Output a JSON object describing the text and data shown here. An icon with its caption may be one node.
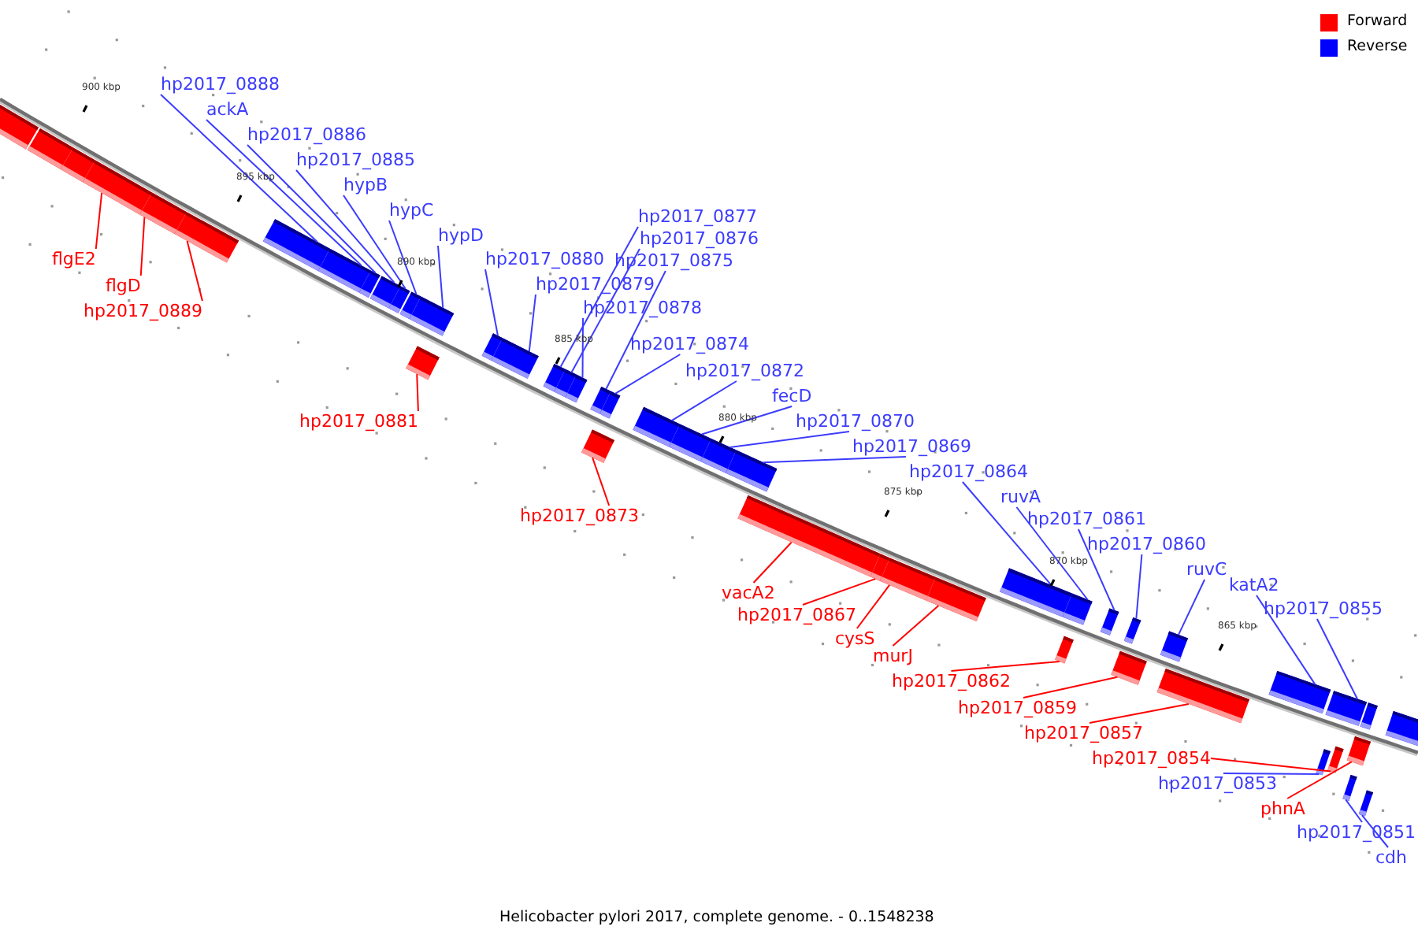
{
  "diagram": {
    "caption": "Helicobacter pylori 2017, complete genome. - 0..1548238",
    "nodes": [
      {
        "text": [
          "hp2017_0888"
        ]
      },
      {
        "text": [],
        "shape": "box"
      },
      {
        "text": [
          "ackA"
        ]
      },
      {
        "text": [],
        "shape": "box"
      },
      {
        "text": [
          "hp2017_0886"
        ]
      },
      {
        "text": [],
        "shape": "box"
      },
      {
        "text": [
          "hp2017_0885"
        ]
      },
      {
        "text": [],
        "shape": "box"
      },
      {
        "text": [
          "hypB"
        ]
      },
      {
        "text": [],
        "shape": "box"
      },
      {
        "text": [
          "hypC"
        ]
      },
      {
        "text": [],
        "shape": "box"
      },
      {
        "text": [
          "hp2017_0877"
        ]
      },
      {
        "text": [],
        "shape": "box"
      },
      {
        "text": [
          "hypD"
        ]
      },
      {
        "text": [],
        "shape": "box"
      },
      {
        "text": [
          "hp2017_0876"
        ]
      },
      {
        "text": [],
        "shape": "box"
      },
      {
        "text": [
          "flgE2"
        ]
      },
      {
        "text": [],
        "shape": "box"
      },
      {
        "text": [
          "hp2017_0880"
        ]
      },
      {
        "text": [],
        "shape": "box"
      },
      {
        "text": [
          "hp2017_0875"
        ]
      },
      {
        "text": [],
        "shape": "box"
      },
      {
        "text": [
          "hp2017_0879"
        ]
      },
      {
        "text": [],
        "shape": "box"
      },
      {
        "text": [
          "flgD"
        ]
      },
      {
        "text": [],
        "shape": "box"
      },
      {
        "text": [
          "hp2017_0878"
        ]
      },
      {
        "text": [],
        "shape": "box"
      },
      {
        "text": [
          "hp2017_0889"
        ]
      },
      {
        "text": [],
        "shape": "box"
      },
      {
        "text": [
          "hp2017_0874"
        ]
      },
      {
        "text": [],
        "shape": "box"
      },
      {
        "text": [
          "hp2017_0872"
        ]
      },
      {
        "text": [],
        "shape": "box"
      },
      {
        "text": [
          "fecD"
        ]
      },
      {
        "text": [],
        "shape": "box"
      },
      {
        "text": [
          "hp2017_0881"
        ]
      },
      {
        "text": [],
        "shape": "box"
      },
      {
        "text": [
          "hp2017_0870"
        ]
      },
      {
        "text": [],
        "shape": "box"
      },
      {
        "text": [
          "hp2017_0869"
        ]
      },
      {
        "text": [],
        "shape": "box"
      },
      {
        "text": [
          "hp2017_0864"
        ]
      },
      {
        "text": [],
        "shape": "box"
      },
      {
        "text": [
          "ruvA"
        ]
      },
      {
        "text": [],
        "shape": "box"
      },
      {
        "text": [
          "hp2017_0873"
        ]
      },
      {
        "text": [],
        "shape": "box"
      },
      {
        "text": [
          "hp2017_0861"
        ]
      },
      {
        "text": [],
        "shape": "box"
      },
      {
        "text": [
          "hp2017_0860"
        ]
      },
      {
        "text": [],
        "shape": "box"
      },
      {
        "text": [
          "ruvC"
        ]
      },
      {
        "text": [],
        "shape": "box"
      },
      {
        "text": [
          "katA2"
        ]
      },
      {
        "text": [],
        "shape": "box"
      },
      {
        "text": [
          "vacA2"
        ]
      },
      {
        "text": [],
        "shape": "box"
      },
      {
        "text": [
          "hp2017_0855"
        ]
      },
      {
        "text": [],
        "shape": "box"
      },
      {
        "text": [
          "hp2017_0867"
        ]
      },
      {
        "text": [],
        "shape": "box"
      },
      {
        "text": [
          "cysS"
        ]
      },
      {
        "text": [],
        "shape": "box"
      },
      {
        "text": [
          "murJ"
        ]
      },
      {
        "text": [],
        "shape": "box"
      },
      {
        "text": [
          "hp2017_0862"
        ]
      },
      {
        "text": [],
        "shape": "box"
      },
      {
        "text": [
          "hp2017_0859"
        ]
      },
      {
        "text": [],
        "shape": "box"
      },
      {
        "text": [
          "hp2017_0857"
        ]
      },
      {
        "text": [],
        "shape": "box"
      },
      {
        "text": [
          "hp2017_0854"
        ]
      },
      {
        "text": [],
        "shape": "box"
      },
      {
        "text": [
          "hp2017_0853"
        ]
      },
      {
        "text": [],
        "shape": "box"
      },
      {
        "text": [
          "phnA"
        ]
      },
      {
        "text": [],
        "shape": "box"
      },
      {
        "text": [
          "hp2017_0851"
        ]
      },
      {
        "text": [],
        "shape": "box"
      },
      {
        "text": [
          "cdh"
        ]
      },
      {
        "text": [],
        "shape": "box"
      },
      {
        "text": [],
        "shape": "box"
      },
      {
        "text": [],
        "shape": "box"
      },
      {
        "text": [],
        "shape": "box"
      },
      {
        "text": [],
        "shape": "box"
      },
      {
        "text": [],
        "shape": "box"
      }
    ],
    "edges": [
      {
        "from": 0,
        "to": 1,
        "arrow": "none"
      },
      {
        "from": 2,
        "to": 3,
        "arrow": "none"
      },
      {
        "from": 4,
        "to": 5,
        "arrow": "none"
      },
      {
        "from": 6,
        "to": 7,
        "arrow": "none"
      },
      {
        "from": 8,
        "to": 9,
        "arrow": "none"
      },
      {
        "from": 10,
        "to": 11,
        "arrow": "none"
      },
      {
        "from": 12,
        "to": 13,
        "arrow": "none"
      },
      {
        "from": 14,
        "to": 15,
        "arrow": "none"
      },
      {
        "from": 16,
        "to": 17,
        "arrow": "none"
      },
      {
        "from": 18,
        "to": 19,
        "arrow": "none",
        "color": "#ff0000"
      },
      {
        "from": 20,
        "to": 21,
        "arrow": "none"
      },
      {
        "from": 22,
        "to": 23,
        "arrow": "none"
      },
      {
        "from": 24,
        "to": 25,
        "arrow": "none"
      },
      {
        "from": 26,
        "to": 27,
        "arrow": "none",
        "color": "#ff0000"
      },
      {
        "from": 28,
        "to": 29,
        "arrow": "none"
      },
      {
        "from": 30,
        "to": 31,
        "arrow": "none",
        "color": "#ff0000"
      },
      {
        "from": 32,
        "to": 33,
        "arrow": "none"
      },
      {
        "from": 34,
        "to": 35,
        "arrow": "none"
      },
      {
        "from": 36,
        "to": 37,
        "arrow": "none"
      },
      {
        "from": 38,
        "to": 39,
        "arrow": "none",
        "color": "#ff0000"
      },
      {
        "from": 40,
        "to": 41,
        "arrow": "none"
      },
      {
        "from": 42,
        "to": 43,
        "arrow": "none"
      },
      {
        "from": 44,
        "to": 45,
        "arrow": "none"
      },
      {
        "from": 46,
        "to": 47,
        "arrow": "none"
      },
      {
        "from": 48,
        "to": 49,
        "arrow": "none",
        "color": "#ff0000"
      },
      {
        "from": 50,
        "to": 51,
        "arrow": "none"
      },
      {
        "from": 52,
        "to": 53,
        "arrow": "none"
      },
      {
        "from": 54,
        "to": 55,
        "arrow": "none"
      },
      {
        "from": 56,
        "to": 57,
        "arrow": "none"
      },
      {
        "from": 58,
        "to": 59,
        "arrow": "none",
        "color": "#ff0000"
      },
      {
        "from": 60,
        "to": 61,
        "arrow": "none"
      },
      {
        "from": 62,
        "to": 63,
        "arrow": "none",
        "color": "#ff0000"
      },
      {
        "from": 64,
        "to": 65,
        "arrow": "none",
        "color": "#ff0000"
      },
      {
        "from": 66,
        "to": 67,
        "arrow": "none",
        "color": "#ff0000"
      },
      {
        "from": 68,
        "to": 69,
        "arrow": "none",
        "color": "#ff0000"
      },
      {
        "from": 70,
        "to": 71,
        "arrow": "none",
        "color": "#ff0000"
      },
      {
        "from": 72,
        "to": 73,
        "arrow": "none",
        "color": "#ff0000"
      },
      {
        "from": 74,
        "to": 75,
        "arrow": "none",
        "color": "#ff0000"
      },
      {
        "from": 76,
        "to": 77,
        "arrow": "none"
      },
      {
        "from": 78,
        "to": 79,
        "arrow": "none",
        "color": "#ff0000"
      },
      {
        "from": 80,
        "to": 81,
        "arrow": "none"
      },
      {
        "from": 82,
        "to": 83,
        "arrow": "none"
      }
    ],
    "labels": [
      "900 kbp",
      "895 kbp",
      "890 kbp",
      "885 kbp",
      "880 kbp",
      "875 kbp",
      "870 kbp",
      "865 kbp"
    ],
    "legend": [
      {
        "text": "Forward",
        "color": "#ff0000"
      },
      {
        "text": "Reverse",
        "color": "#0000ff"
      }
    ]
  }
}
